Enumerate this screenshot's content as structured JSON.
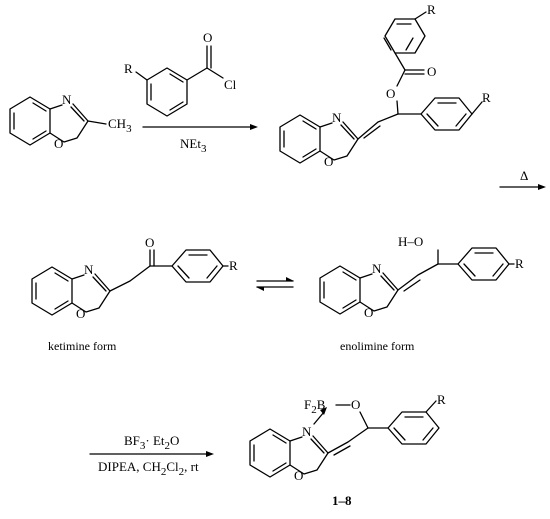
{
  "atoms": {
    "N": "N",
    "O": "O",
    "R": "R",
    "Cl": "Cl",
    "CH3": "CH",
    "CH3_sub": "3",
    "HO": "H–O",
    "F2B": "F",
    "F2B_sub": "2",
    "F2B_B": "B"
  },
  "reagents": {
    "step1_base": "NEt",
    "step1_base_sub": "3",
    "heat": "Δ",
    "step3_line1_a": "BF",
    "step3_line1_sub": "3",
    "step3_line1_b": "· Et",
    "step3_line1_sub2": "2",
    "step3_line1_c": "O",
    "step3_line2_a": "DIPEA, CH",
    "step3_line2_sub": "2",
    "step3_line2_b": "Cl",
    "step3_line2_sub2": "2",
    "step3_line2_c": ", rt"
  },
  "captions": {
    "ketimine": "ketimine form",
    "enolimine": "enolimine form",
    "compounds": "1–8"
  }
}
